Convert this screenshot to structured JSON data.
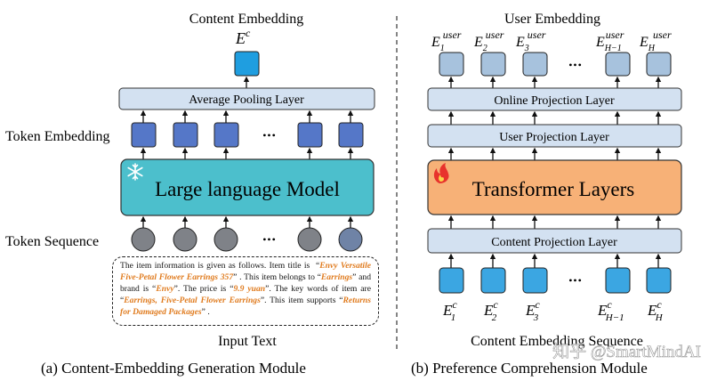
{
  "left": {
    "title": "Content Embedding",
    "output_symbol": "E",
    "output_sup": "c",
    "pooling_label": "Average Pooling Layer",
    "token_embedding_label": "Token Embedding",
    "llm_label": "Large language Model",
    "token_sequence_label": "Token Sequence",
    "input_label": "Input Text",
    "caption": "(a)  Content-Embedding Generation Module",
    "input_text": {
      "t1": "The item information is given as follows. Item title is  “",
      "h1": "Envy Versatile Five-Petal Flower Earrings 357",
      "t2": "” . This item belongs to “",
      "h2": "Earrings",
      "t3": "” and brand is “",
      "h3": "Envy",
      "t4": "”. The price is “",
      "h4": "9.9 yuan",
      "t5": "”. The key words of item are “",
      "h5": "Earrings, Five-Petal Flower Earrings",
      "t6": "”. This item supports “",
      "h6": "Returns for Damaged Packages",
      "t7": "” ."
    }
  },
  "right": {
    "title": "User Embedding",
    "user_symbol": "E",
    "user_sup": "user",
    "user_subs": [
      "1",
      "2",
      "3",
      "H−1",
      "H"
    ],
    "online_proj_label": "Online Projection Layer",
    "user_proj_label": "User Projection Layer",
    "transformer_label": "Transformer Layers",
    "content_proj_label": "Content Projection Layer",
    "content_symbol": "E",
    "content_sup": "c",
    "content_subs": [
      "1",
      "2",
      "3",
      "H−1",
      "H"
    ],
    "sequence_label": "Content Embedding Sequence",
    "caption": "(b)  Preference Comprehension Module"
  },
  "ellipsis": "•••",
  "watermark": "知乎 @SmartMindAI",
  "colors": {
    "token_blue": "#5577c8",
    "output_blue": "#1f9ee0",
    "layer_fill": "#d3e1f1",
    "llm_teal": "#4cbfcc",
    "transformer_orange": "#f7b177",
    "token_gray": "#7f8288",
    "user_box": "#a7c2dd",
    "content_box": "#3ba6e2",
    "highlight": "#e07b1e"
  }
}
